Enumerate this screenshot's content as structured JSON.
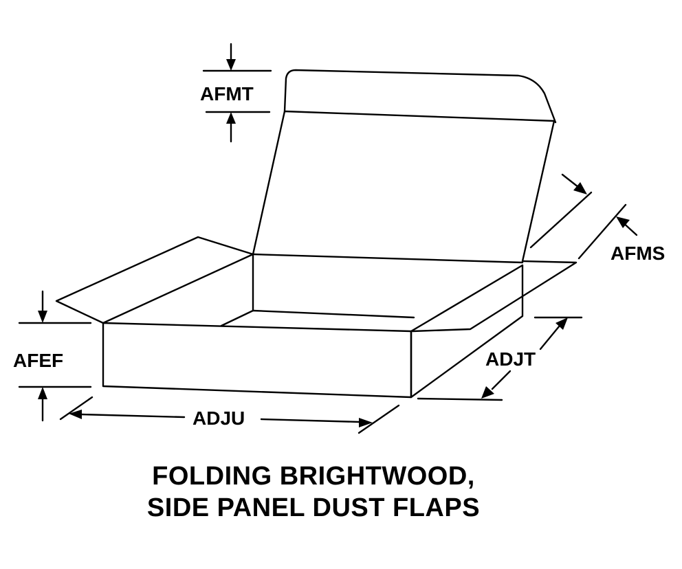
{
  "labels": {
    "afmt": "AFMT",
    "afms": "AFMS",
    "afef": "AFEF",
    "adjt": "ADJT",
    "adju": "ADJU"
  },
  "caption": {
    "line1": "FOLDING BRIGHTWOOD,",
    "line2": "SIDE PANEL DUST FLAPS"
  }
}
